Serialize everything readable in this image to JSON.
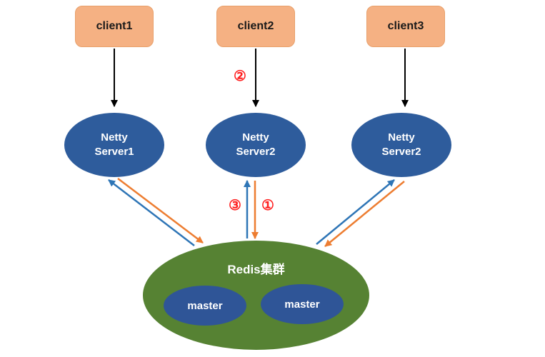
{
  "clients": [
    {
      "label": "client1"
    },
    {
      "label": "client2"
    },
    {
      "label": "client3"
    }
  ],
  "servers": [
    {
      "line1": "Netty",
      "line2": "Server1"
    },
    {
      "line1": "Netty",
      "line2": "Server2"
    },
    {
      "line1": "Netty",
      "line2": "Server2"
    }
  ],
  "redis": {
    "label": "Redis集群",
    "masters": [
      {
        "label": "master"
      },
      {
        "label": "master"
      }
    ]
  },
  "steps": {
    "one": "①",
    "two": "②",
    "three": "③"
  },
  "colors": {
    "client_fill": "#F5B183",
    "server_fill": "#2E5C9C",
    "redis_fill": "#568233",
    "master_fill": "#2F5597",
    "black_arrow": "#000000",
    "blue_arrow": "#2E75B6",
    "orange_arrow": "#ED7D31",
    "step_red": "#FF1F1F"
  }
}
